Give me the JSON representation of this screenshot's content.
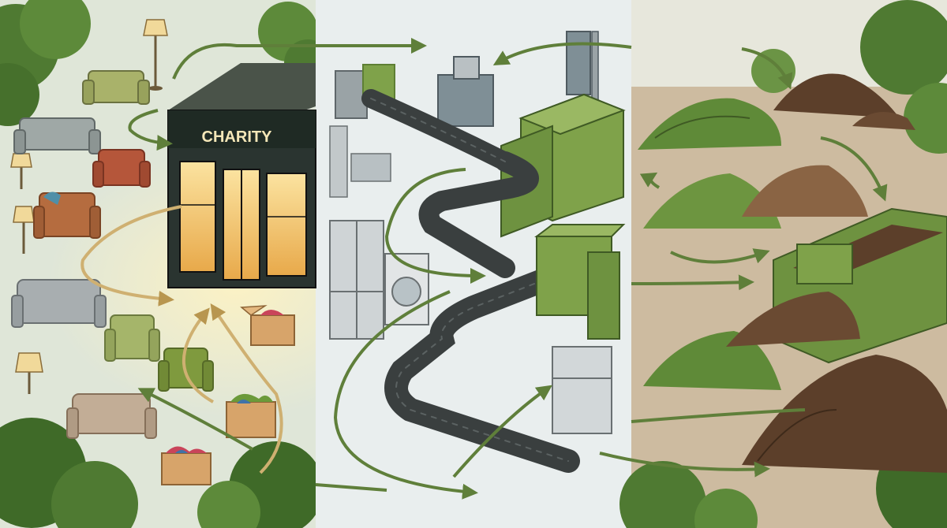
{
  "scene": {
    "sign_text": "CHARITY",
    "panels": [
      {
        "name": "reuse-charity-panel",
        "bg": "#dfe6d8"
      },
      {
        "name": "recycling-factory-panel",
        "bg": "#e9eeee"
      },
      {
        "name": "composting-panel",
        "bg": "#cdbba0"
      }
    ]
  },
  "colors": {
    "arrow_green": "#5f7f3a",
    "arrow_tan": "#cfb071",
    "machine_green": "#7fa24a",
    "machine_dark": "#5e7f34",
    "storefront": "#1f2a24",
    "window_glow": "#f3c867",
    "conveyor": "#3a3f3f",
    "soil": "#8a6444",
    "soil_dark": "#5c3f2a",
    "foliage": "#4f7a32"
  },
  "icons": {
    "arrow": "curved-flow-arrow",
    "lamp": "floor-lamp-icon",
    "sofa": "sofa-icon",
    "armchair": "armchair-icon",
    "box": "donation-box-icon",
    "fridge": "fridge-icon",
    "washer": "washing-machine-icon",
    "shredder": "shredder-machine-icon",
    "compost": "compost-pile-icon"
  }
}
